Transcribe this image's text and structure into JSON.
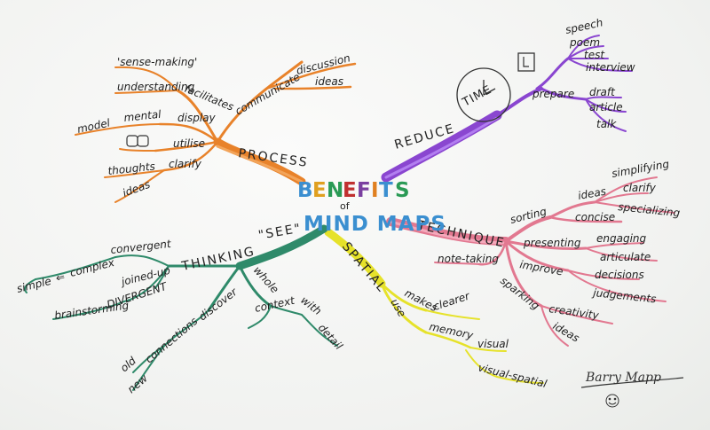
{
  "title": {
    "letters": [
      "B",
      "E",
      "N",
      "E",
      "F",
      "I",
      "T",
      "S"
    ],
    "letter_colors": [
      "#3b8fd0",
      "#e0a020",
      "#2a9a55",
      "#c03030",
      "#7a3fa0",
      "#e08020",
      "#3b8fd0",
      "#2a9a55"
    ],
    "connector": "of",
    "subtitle": "MIND MAPS"
  },
  "branches": {
    "process": {
      "label": "PROCESS",
      "color": "#e8822a",
      "words": [
        "'sense-making'",
        "understanding",
        "facilitates",
        "communicate",
        "discussion",
        "ideas",
        "model",
        "mental",
        "display",
        "utilise",
        "thoughts",
        "clarify",
        "ideas"
      ]
    },
    "reduce": {
      "label": "REDUCE",
      "color": "#8a46d0",
      "words": [
        "TIME",
        "speech",
        "poem",
        "test",
        "interview",
        "prepare",
        "draft",
        "article",
        "talk"
      ]
    },
    "technique": {
      "label": "TECHNIQUE",
      "color": "#e27890",
      "words": [
        "sorting",
        "ideas",
        "simplifying",
        "clarify",
        "specializing",
        "concise",
        "note-taking",
        "presenting",
        "engaging",
        "articulate",
        "improve",
        "decisions",
        "judgements",
        "sparking",
        "creativity",
        "ideas"
      ]
    },
    "spatial": {
      "label": "SPATIAL",
      "color": "#e6e22a",
      "words": [
        "makes",
        "clearer",
        "use",
        "memory",
        "visual",
        "visual-spatial"
      ]
    },
    "thinking": {
      "label": "THINKING",
      "see": "\"SEE\"",
      "color": "#2f8a6a",
      "words": [
        "simple",
        "complex",
        "convergent",
        "joined-up",
        "brainstorming",
        "DIVERGENT",
        "discover",
        "old",
        "new",
        "connections",
        "whole",
        "context",
        "with",
        "detail"
      ]
    }
  },
  "signature": {
    "name": "Barry Mapp"
  }
}
